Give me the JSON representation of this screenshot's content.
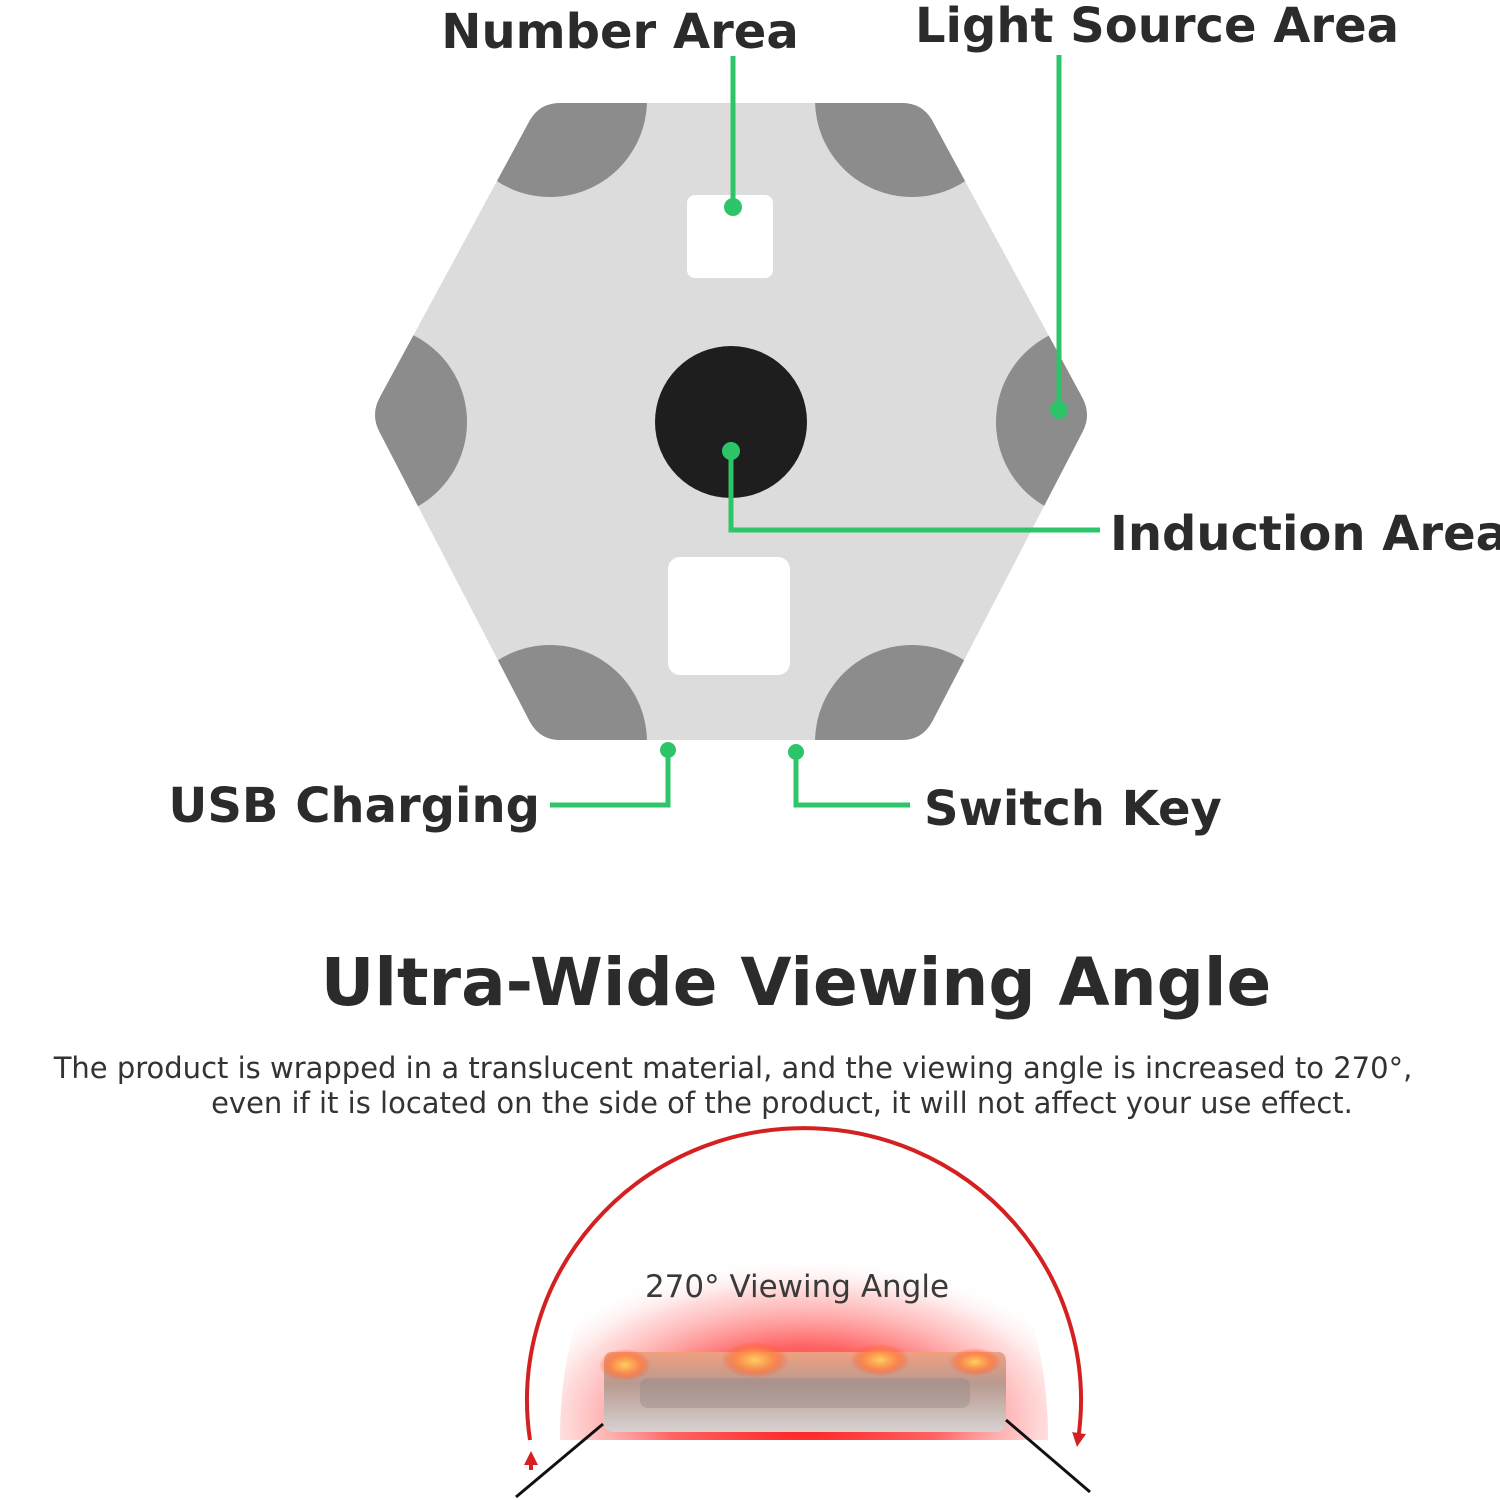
{
  "colors": {
    "background": "#ffffff",
    "hexagon_body": "#dcdcdc",
    "light_source_lobe": "#8c8c8c",
    "window": "#ffffff",
    "induction_sensor": "#1e1e1e",
    "callout_line": "#2ec46a",
    "text": "#2b2b2b",
    "glow": "#ff2a2a",
    "arc": "#d42020"
  },
  "callouts": {
    "number_area": "Number Area",
    "light_source_area": "Light Source Area",
    "induction_area": "Induction Area",
    "usb_charging": "USB Charging",
    "switch_key": "Switch Key"
  },
  "section": {
    "title": "Ultra-Wide Viewing Angle",
    "description_line1": "The product is wrapped in a translucent material, and the viewing angle is increased to 270°,",
    "description_line2": "even if it is located on the side of the product, it will not affect your use effect."
  },
  "viewing_angle": {
    "label": "270° Viewing Angle",
    "degrees": 270
  }
}
